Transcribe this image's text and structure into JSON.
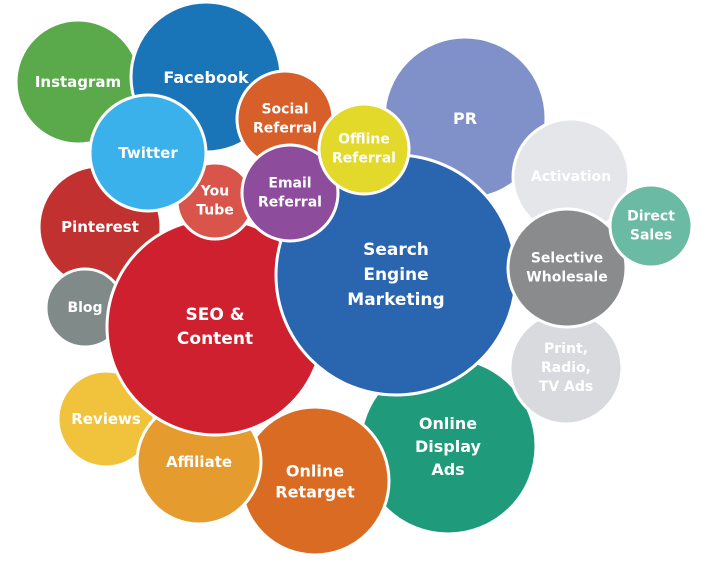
{
  "bubbles": [
    {
      "id": "instagram",
      "lines": [
        "Instagram"
      ],
      "color": "#5aaa4b"
    },
    {
      "id": "facebook",
      "lines": [
        "Facebook"
      ],
      "color": "#1a74b8"
    },
    {
      "id": "pr",
      "lines": [
        "PR"
      ],
      "color": "#7f91c8"
    },
    {
      "id": "activation",
      "lines": [
        "Activation"
      ],
      "color": "#e5e6ea"
    },
    {
      "id": "online-display-ads",
      "lines": [
        "Online",
        "Display",
        "Ads"
      ],
      "color": "#1f9a7a"
    },
    {
      "id": "online-retarget",
      "lines": [
        "Online",
        "Retarget"
      ],
      "color": "#d96c22"
    },
    {
      "id": "reviews",
      "lines": [
        "Reviews"
      ],
      "color": "#f1c33c"
    },
    {
      "id": "affiliate",
      "lines": [
        "Affiliate"
      ],
      "color": "#e59b2e"
    },
    {
      "id": "pinterest",
      "lines": [
        "Pinterest"
      ],
      "color": "#c0312f"
    },
    {
      "id": "blog",
      "lines": [
        "Blog"
      ],
      "color": "#7f8a89"
    },
    {
      "id": "seo-content",
      "lines": [
        "SEO &",
        "Content"
      ],
      "color": "#cf2030"
    },
    {
      "id": "you-tube",
      "lines": [
        "You",
        "Tube"
      ],
      "color": "#d9544a"
    },
    {
      "id": "social-referral",
      "lines": [
        "Social",
        "Referral"
      ],
      "color": "#d65f2a"
    },
    {
      "id": "twitter",
      "lines": [
        "Twitter"
      ],
      "color": "#3ab1ea"
    },
    {
      "id": "search-engine-marketing",
      "lines": [
        "Search",
        "Engine",
        "Marketing"
      ],
      "color": "#2a65b0"
    },
    {
      "id": "email-referral",
      "lines": [
        "Email",
        "Referral"
      ],
      "color": "#8e4c9c"
    },
    {
      "id": "offline-referral",
      "lines": [
        "Offline",
        "Referral"
      ],
      "color": "#e3d92a"
    },
    {
      "id": "print-radio-tv-ads",
      "lines": [
        "Print,",
        "Radio,",
        "TV Ads"
      ],
      "color": "#d9dadd"
    },
    {
      "id": "selective-wholesale",
      "lines": [
        "Selective",
        "Wholesale"
      ],
      "color": "#8a8b8d"
    },
    {
      "id": "direct-sales",
      "lines": [
        "Direct",
        "Sales"
      ],
      "color": "#6bbaa3"
    }
  ]
}
